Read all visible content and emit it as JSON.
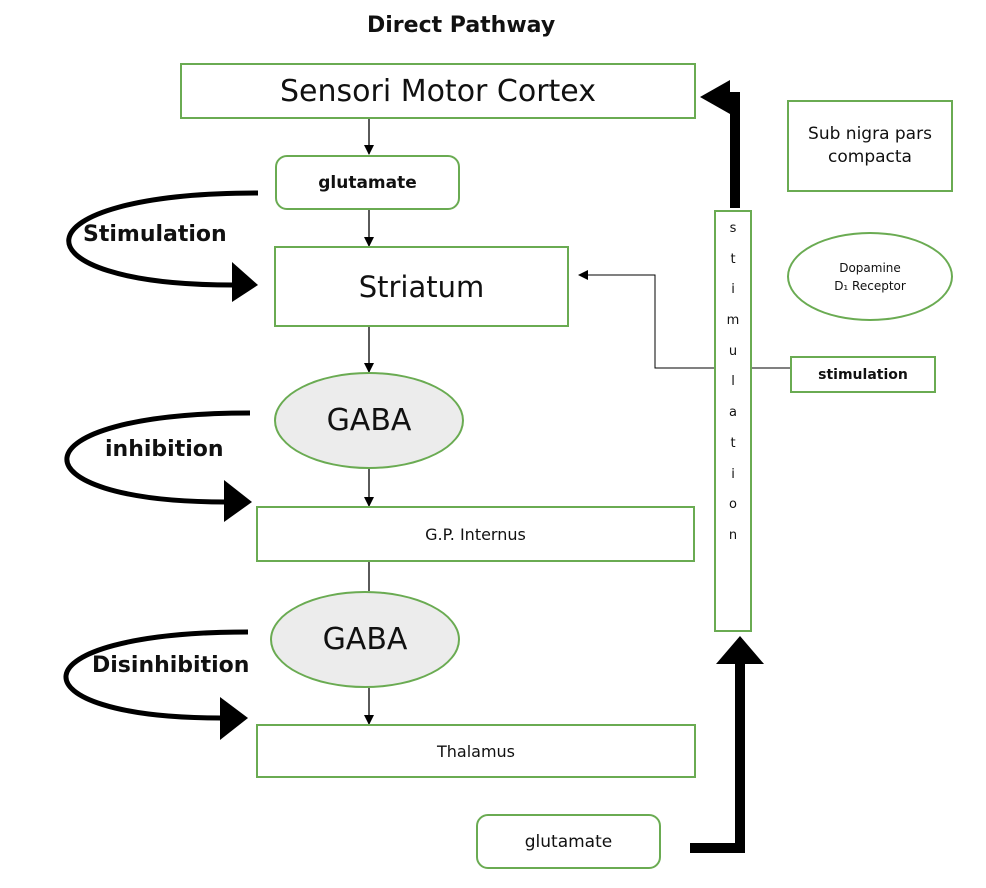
{
  "title": "Direct Pathway",
  "nodes": {
    "cortex": "Sensori Motor Cortex",
    "glutamate_top": "glutamate",
    "striatum": "Striatum",
    "gaba_1": "GABA",
    "gp_internus": "G.P. Internus",
    "gaba_2": "GABA",
    "thalamus": "Thalamus",
    "glutamate_bottom": "glutamate",
    "sub_nigra": "Sub nigra pars compacta",
    "dopamine_line1": "Dopamine",
    "dopamine_line2": "D₁ Receptor",
    "stimulation_box": "stimulation",
    "vertical_stimulation": "stimulation"
  },
  "side_labels": {
    "stimulation": "Stimulation",
    "inhibition": "inhibition",
    "disinhibition": "Disinhibition"
  },
  "colors": {
    "box_border": "#6aab52",
    "gaba_fill": "#ececec",
    "arrow": "#000000"
  }
}
